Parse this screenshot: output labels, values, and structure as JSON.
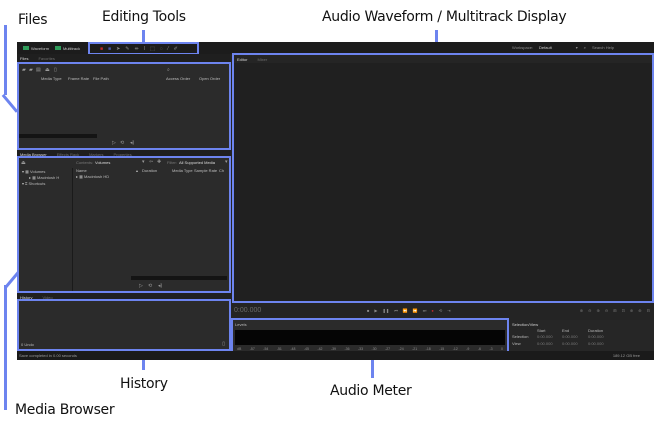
{
  "callouts": {
    "files": "Files",
    "editing_tools": "Editing Tools",
    "waveform_display": "Audio Waveform / Multitrack Display",
    "history": "History",
    "audio_meter": "Audio Meter",
    "media_browser": "Media Browser"
  },
  "topbar": {
    "modes": [
      {
        "label": "Waveform",
        "icon": "waveform-icon"
      },
      {
        "label": "Multitrack",
        "icon": "multitrack-icon"
      }
    ],
    "tools": [
      "spectral-frequency-icon",
      "spectral-pitch-icon",
      "move-tool-icon",
      "razor-tool-icon",
      "slip-tool-icon",
      "time-selection-icon",
      "marquee-icon",
      "lasso-icon",
      "brush-icon",
      "spot-healing-icon"
    ],
    "workspace_label": "Workspace:",
    "workspace_value": "Default",
    "search_help": "Search Help"
  },
  "files_panel": {
    "tabs": [
      "Files",
      "Favorites"
    ],
    "columns": [
      "Media Type",
      "Frame Rate",
      "File Path",
      "Access Order",
      "Open Order"
    ]
  },
  "media_browser": {
    "tabs": [
      "Media Browser",
      "Effects Rack",
      "Markers",
      "Properties"
    ],
    "tree": [
      "Volumes",
      "Macintosh H",
      "Shortcuts"
    ],
    "contents_label": "Contents:",
    "contents_value": "Volumes",
    "filter_label": "Filter:",
    "filter_value": "All Supported Media",
    "columns": [
      "Name",
      "Duration",
      "Media Type",
      "Sample Rate",
      "Ch"
    ],
    "rows": [
      {
        "name": "Macintosh HD"
      }
    ]
  },
  "editor": {
    "tabs": [
      "Editor",
      "Mixer"
    ]
  },
  "transport": {
    "time": "0:00.000",
    "buttons": [
      "stop-icon",
      "play-icon",
      "pause-icon",
      "go-to-start-icon",
      "rewind-icon",
      "fast-forward-icon",
      "go-to-end-icon",
      "record-icon",
      "loop-icon",
      "skip-icon"
    ],
    "zoom_buttons": [
      "zoom-in-amplitude-icon",
      "zoom-out-amplitude-icon",
      "zoom-in-time-icon",
      "zoom-out-time-icon",
      "zoom-full-icon",
      "zoom-selection-icon",
      "zoom-in-left-icon",
      "zoom-in-right-icon",
      "zoom-reset-icon"
    ]
  },
  "history_panel": {
    "tabs": [
      "History",
      "Video"
    ],
    "undo_count": "0 Undo"
  },
  "levels_panel": {
    "title": "Levels",
    "scale": [
      "dB",
      "-57",
      "-54",
      "-51",
      "-48",
      "-45",
      "-42",
      "-39",
      "-36",
      "-33",
      "-30",
      "-27",
      "-24",
      "-21",
      "-18",
      "-15",
      "-12",
      "-9",
      "-6",
      "-3",
      "0"
    ]
  },
  "selection_view": {
    "title": "Selection/View",
    "columns": [
      "Start",
      "End",
      "Duration"
    ],
    "rows": [
      {
        "label": "Selection",
        "start": "0:00.000",
        "end": "0:00.000",
        "duration": "0:00.000"
      },
      {
        "label": "View",
        "start": "0:00.000",
        "end": "0:00.000",
        "duration": "0:00.000"
      }
    ]
  },
  "status_bar": {
    "message": "Save completed in 0.00 seconds",
    "free_space": "189.12 GB free"
  },
  "colors": {
    "accent_outline": "#6d84ef",
    "record": "#c0282b"
  }
}
